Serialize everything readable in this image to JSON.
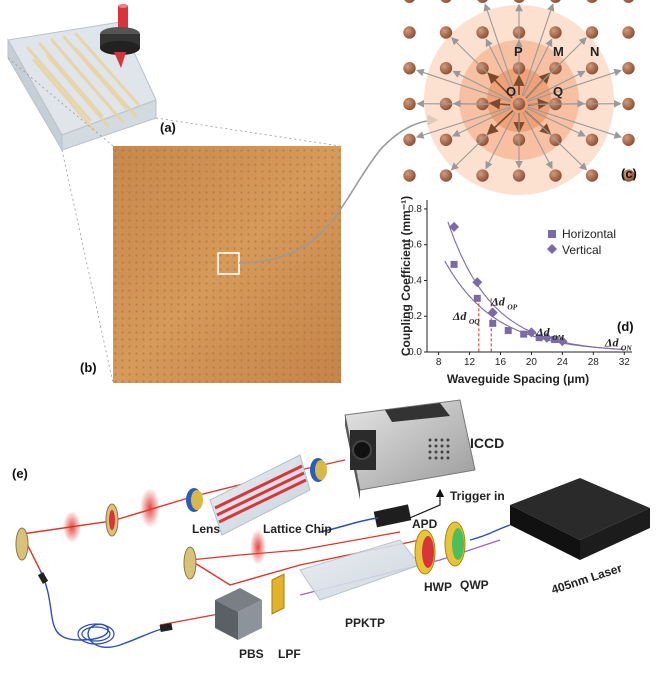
{
  "panels": {
    "a": "(a)",
    "b": "(b)",
    "c": "(c)",
    "d": "(d)",
    "e": "(e)"
  },
  "lattice_labels": {
    "P": "P",
    "M": "M",
    "N": "N",
    "O": "O",
    "Q": "Q"
  },
  "chart_data": {
    "type": "scatter",
    "xlabel": "Waveguide Spacing (μm)",
    "ylabel": "Coupling Coefficient (mm⁻¹)",
    "xlim": [
      6.5,
      33
    ],
    "ylim": [
      0,
      0.85
    ],
    "xticks": [
      "8",
      "12",
      "16",
      "20",
      "24",
      "28",
      "32"
    ],
    "yticks": [
      "0.0",
      "0.2",
      "0.4",
      "0.6",
      "0.8"
    ],
    "series": [
      {
        "name": "Horizontal",
        "marker": "square",
        "x": [
          10,
          13,
          15,
          17,
          19,
          21,
          23
        ],
        "y": [
          0.49,
          0.3,
          0.16,
          0.12,
          0.1,
          0.08,
          0.07
        ]
      },
      {
        "name": "Vertical",
        "marker": "diamond",
        "x": [
          10,
          13,
          15,
          20,
          22,
          24
        ],
        "y": [
          0.7,
          0.39,
          0.22,
          0.11,
          0.08,
          0.06
        ]
      }
    ],
    "annotations": [
      {
        "text": "Δd",
        "sub": "OQ",
        "x": 13.2
      },
      {
        "text": "Δd",
        "sub": "OP",
        "x": 14.8
      },
      {
        "text": "Δd",
        "sub": "OM",
        "x": 20.6
      },
      {
        "text": "Δd",
        "sub": "ON",
        "x": 29.5
      }
    ],
    "legend_position": "right",
    "colors": {
      "markers": "#7b6aa8",
      "fit": "#7b6aa8",
      "dashed": "#c0392b"
    }
  },
  "setup_labels": {
    "iccd": "ICCD",
    "lens": "Lens",
    "lattice_chip": "Lattice Chip",
    "trigger_in": "Trigger in",
    "apd": "APD",
    "pbs": "PBS",
    "lpf": "LPF",
    "ppktp": "PPKTP",
    "hwp": "HWP",
    "qwp": "QWP",
    "laser": "405nm Laser"
  },
  "colors": {
    "chip_orange": "#d69a5a",
    "lattice_site": "#9a5b3c",
    "beam_red": "#e0332c",
    "beam_violet": "#9b66d6",
    "fiber_blue": "#2d4db8"
  }
}
